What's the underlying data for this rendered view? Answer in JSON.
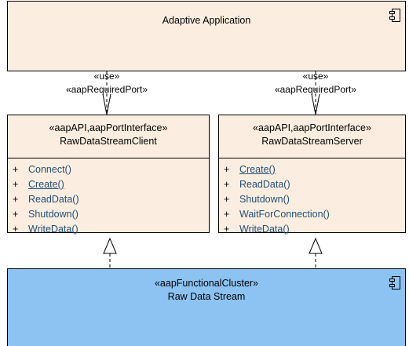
{
  "app": {
    "name": "Adaptive Application"
  },
  "links": [
    {
      "stereotype_use": "«use»",
      "stereotype_port": "«aapRequiredPort»"
    },
    {
      "stereotype_use": "«use»",
      "stereotype_port": "«aapRequiredPort»"
    }
  ],
  "client": {
    "stereotype": "«aapAPI,aapPortInterface»",
    "name": "RawDataStreamClient",
    "operations": [
      {
        "visibility": "+",
        "name": "Connect()",
        "static": false
      },
      {
        "visibility": "+",
        "name": "Create()",
        "static": true
      },
      {
        "visibility": "+",
        "name": "ReadData()",
        "static": false
      },
      {
        "visibility": "+",
        "name": "Shutdown()",
        "static": false
      },
      {
        "visibility": "+",
        "name": "WriteData()",
        "static": false
      }
    ]
  },
  "server": {
    "stereotype": "«aapAPI,aapPortInterface»",
    "name": "RawDataStreamServer",
    "operations": [
      {
        "visibility": "+",
        "name": "Create()",
        "static": true
      },
      {
        "visibility": "+",
        "name": "ReadData()",
        "static": false
      },
      {
        "visibility": "+",
        "name": "Shutdown()",
        "static": false
      },
      {
        "visibility": "+",
        "name": "WaitForConnection()",
        "static": false
      },
      {
        "visibility": "+",
        "name": "WriteData()",
        "static": false
      }
    ]
  },
  "cluster": {
    "stereotype": "«aapFunctionalCluster»",
    "name": "Raw Data Stream"
  },
  "colors": {
    "app_fill": "#fbeee0",
    "cluster_fill": "#8cc3f2",
    "operation_text": "#1f4e79"
  }
}
